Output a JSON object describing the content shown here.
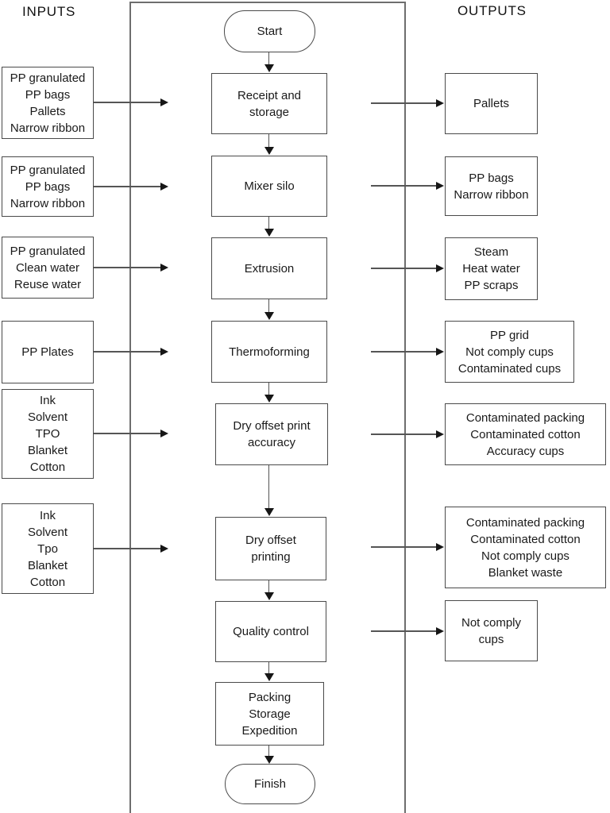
{
  "headers": {
    "inputs": "INPUTS",
    "outputs": "OUTPUTS"
  },
  "terminals": {
    "start": "Start",
    "finish": "Finish"
  },
  "process_steps": [
    {
      "label": "Receipt and\nstorage"
    },
    {
      "label": "Mixer silo"
    },
    {
      "label": "Extrusion"
    },
    {
      "label": "Thermoforming"
    },
    {
      "label": "Dry offset print\naccuracy"
    },
    {
      "label": "Dry offset\nprinting"
    },
    {
      "label": "Quality control"
    },
    {
      "label": "Packing\nStorage\nExpedition"
    }
  ],
  "input_boxes": [
    {
      "text": "PP granulated\nPP bags\nPallets\nNarrow ribbon"
    },
    {
      "text": "PP granulated\nPP bags\nNarrow ribbon"
    },
    {
      "text": "PP granulated\nClean water\nReuse water"
    },
    {
      "text": "PP Plates"
    },
    {
      "text": "Ink\nSolvent\nTPO\nBlanket\nCotton"
    },
    {
      "text": "Ink\nSolvent\nTpo\nBlanket\nCotton"
    }
  ],
  "output_boxes": [
    {
      "text": "Pallets"
    },
    {
      "text": "PP bags\nNarrow ribbon"
    },
    {
      "text": "Steam\nHeat water\nPP scraps"
    },
    {
      "text": "PP grid\nNot comply cups\nContaminated cups"
    },
    {
      "text": "Contaminated packing\nContaminated cotton\nAccuracy cups"
    },
    {
      "text": "Contaminated packing\nContaminated cotton\nNot comply cups\nBlanket waste"
    },
    {
      "text": "Not comply\ncups"
    }
  ],
  "colors": {
    "line": "#555555",
    "box_border": "#4a4a4a",
    "text": "#1a1a1a",
    "frame": "#6e6e6e"
  }
}
